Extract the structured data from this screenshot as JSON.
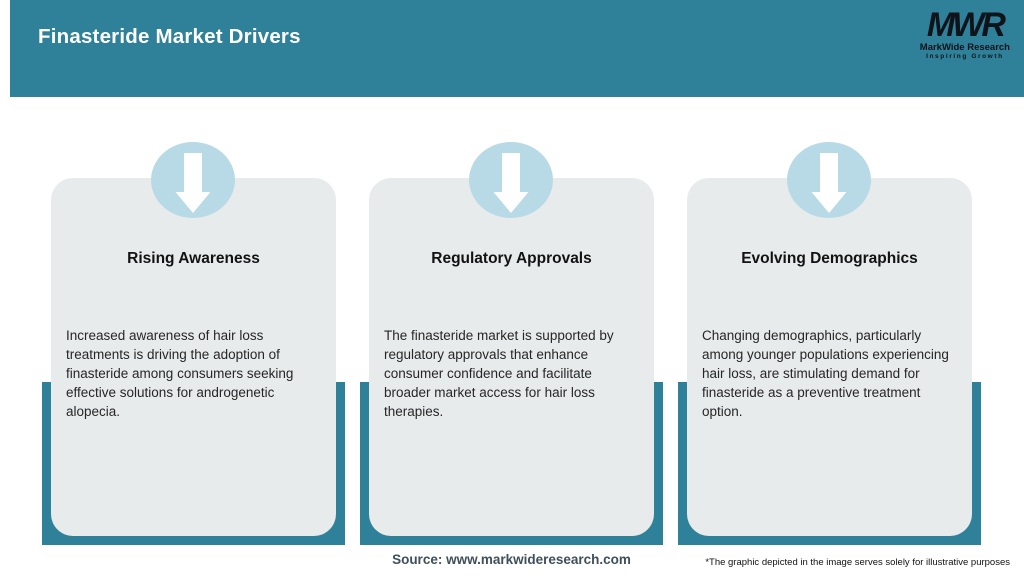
{
  "header": {
    "title": "Finasteride Market Drivers",
    "logo": {
      "monogram": "MWR",
      "name": "MarkWide Research",
      "tagline": "Inspiring Growth"
    }
  },
  "cards": [
    {
      "icon": "down-arrow-icon",
      "title": "Rising Awareness",
      "body": "Increased awareness of hair loss\ntreatments is driving the adoption of\nfinasteride among consumers seeking\neffective solutions for androgenetic\nalopecia."
    },
    {
      "icon": "down-arrow-icon",
      "title": "Regulatory Approvals",
      "body": "The finasteride market is supported by\nregulatory approvals that enhance\nconsumer confidence and facilitate\nbroader market access for hair loss\ntherapies."
    },
    {
      "icon": "down-arrow-icon",
      "title": "Evolving Demographics",
      "body": "Changing demographics, particularly\namong younger populations experiencing\nhair loss, are stimulating demand for\nfinasteride as a preventive treatment\noption."
    }
  ],
  "footer": {
    "source": "Source: www.markwideresearch.com",
    "disclaimer": "*The graphic depicted in the image serves solely for illustrative purposes"
  },
  "colors": {
    "teal": "#2F8099",
    "circle_blue": "#B8DAE6",
    "card_bg": "#E8EBEC",
    "logo_ink": "#0E141A",
    "source_text": "#3F4F5B"
  }
}
